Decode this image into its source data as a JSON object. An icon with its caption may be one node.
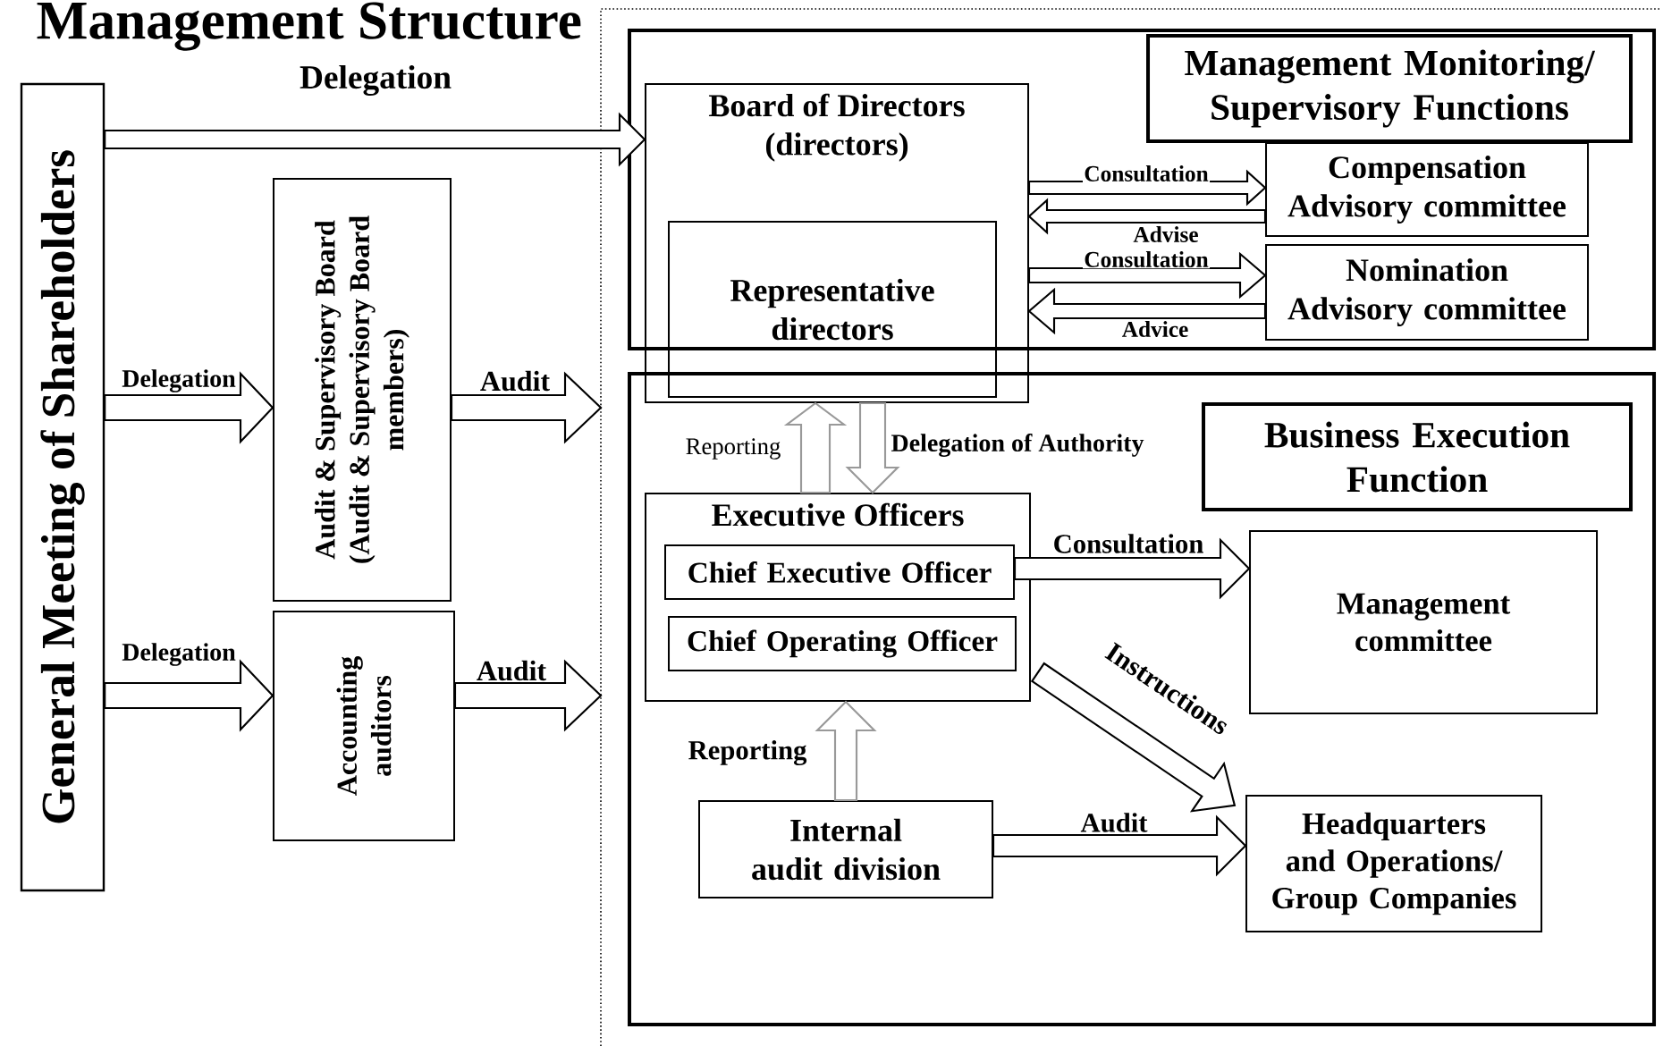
{
  "diagram": {
    "title": "Management Structure",
    "nodes": [
      {
        "text": [
          "General Meeting of Shareholders"
        ]
      },
      {
        "text": [
          "Audit & Supervisory Board (Audit & Supervisory Board members)"
        ]
      },
      {
        "text": [
          "Accounting auditors"
        ]
      },
      {
        "text": [],
        "shape": "box"
      },
      {
        "text": [
          "Management Monitoring/ Supervisory Functions"
        ],
        "in": 3
      },
      {
        "text": [
          "Board of Directors (directors)"
        ]
      },
      {
        "text": [
          "Representative directors"
        ],
        "in": 5
      },
      {
        "text": [
          "Compensation Advisory committee"
        ],
        "in": 3
      },
      {
        "text": [
          "Nomination Advisory committee"
        ],
        "in": 3
      },
      {
        "text": [],
        "shape": "box"
      },
      {
        "text": [
          "Business Execution Function"
        ],
        "in": 9
      },
      {
        "text": [
          "Executive Officers"
        ],
        "in": 9
      },
      {
        "text": [
          "Chief Executive Officer"
        ],
        "in": 11
      },
      {
        "text": [
          "Chief Operating Officer"
        ],
        "in": 11
      },
      {
        "text": [
          "Management committee"
        ],
        "in": 9
      },
      {
        "text": [
          "Internal audit division"
        ],
        "in": 9
      },
      {
        "text": [
          "Headquarters and Operations/ Group Companies"
        ],
        "in": 9
      }
    ],
    "edges": [
      {
        "from": 0,
        "to": 5,
        "arrow": "to",
        "label": "Delegation"
      },
      {
        "from": 0,
        "to": 1,
        "arrow": "to",
        "label": "Delegation"
      },
      {
        "from": 1,
        "to": null,
        "arrow": "to",
        "label": "Audit"
      },
      {
        "from": 0,
        "to": 2,
        "arrow": "to",
        "label": "Delegation"
      },
      {
        "from": 2,
        "to": null,
        "arrow": "to",
        "label": "Audit"
      },
      {
        "from": 5,
        "to": 7,
        "arrow": "to",
        "label": "Consultation"
      },
      {
        "from": 7,
        "to": 5,
        "arrow": "to",
        "label": "Advise"
      },
      {
        "from": 5,
        "to": 8,
        "arrow": "to",
        "label": "Consultation"
      },
      {
        "from": 8,
        "to": 5,
        "arrow": "to",
        "label": "Advice"
      },
      {
        "from": 11,
        "to": 5,
        "arrow": "to",
        "label": "Reporting",
        "color": "#999999"
      },
      {
        "from": 5,
        "to": 11,
        "arrow": "to",
        "label": "Delegation of Authority",
        "color": "#999999"
      },
      {
        "from": 12,
        "to": 14,
        "arrow": "to",
        "label": "Consultation"
      },
      {
        "from": 11,
        "to": 16,
        "arrow": "to",
        "label": "Instructions"
      },
      {
        "from": 15,
        "to": 11,
        "arrow": "to",
        "label": "Reporting",
        "color": "#999999"
      },
      {
        "from": 15,
        "to": 16,
        "arrow": "to",
        "label": "Audit"
      }
    ]
  }
}
